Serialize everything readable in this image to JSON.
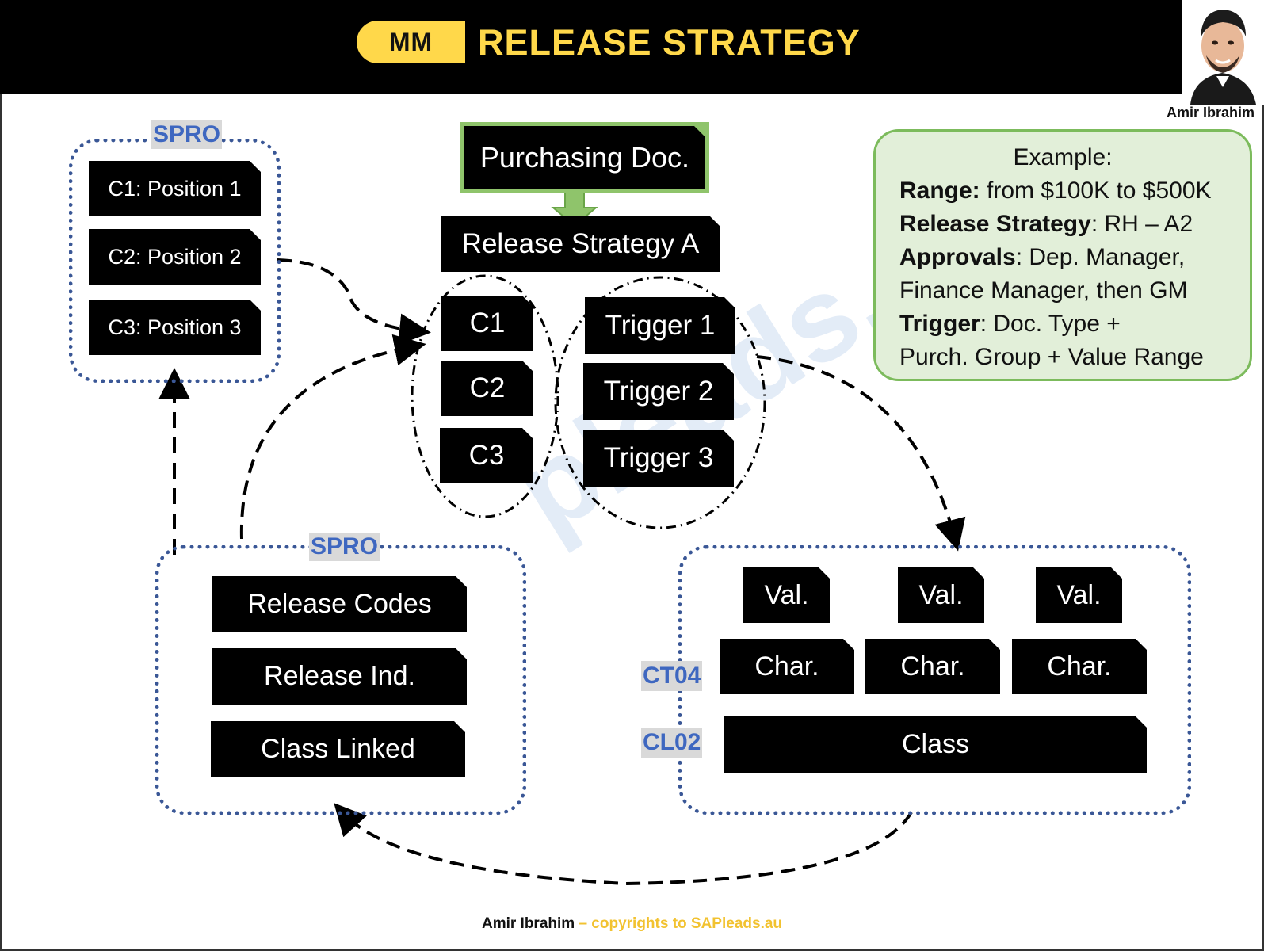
{
  "header": {
    "badge": "MM",
    "title": "RELEASE STRATEGY",
    "author_tag": "Amir Ibrahim"
  },
  "watermark": "pleads.AU",
  "spro_top": {
    "tag": "SPRO",
    "items": [
      "C1: Position 1",
      "C2: Position 2",
      "C3: Position 3"
    ]
  },
  "center": {
    "purchasing_doc": "Purchasing Doc.",
    "release_strategy": "Release Strategy A",
    "conditions": [
      "C1",
      "C2",
      "C3"
    ],
    "triggers": [
      "Trigger 1",
      "Trigger 2",
      "Trigger 3"
    ]
  },
  "example": {
    "heading": "Example:",
    "range_label": "Range:",
    "range_value": " from $100K to $500K",
    "strategy_label": "Release Strategy",
    "strategy_value": ": RH – A2",
    "approvals_label": "Approvals",
    "approvals_value": ": Dep. Manager,",
    "approvals_cont": "Finance Manager, then GM",
    "trigger_label": "Trigger",
    "trigger_value": ": Doc. Type  +",
    "trigger_cont": "Purch. Group + Value Range"
  },
  "spro_bottom": {
    "tag": "SPRO",
    "items": [
      "Release Codes",
      "Release Ind.",
      "Class Linked"
    ]
  },
  "classification": {
    "values": [
      "Val.",
      "Val.",
      "Val."
    ],
    "chars": [
      "Char.",
      "Char.",
      "Char."
    ],
    "class_label": "Class",
    "ct_tag": "CT04",
    "cl_tag": "CL02"
  },
  "footer": {
    "name": "Amir Ibrahim",
    "copyright": " – copyrights to SAPleads.au"
  },
  "colors": {
    "accent_yellow": "#ffd84a",
    "spro_blue": "#3e67c0",
    "dotted_blue": "#3a5796",
    "example_green": "#7cbb5c",
    "example_fill": "#e2efd9"
  }
}
